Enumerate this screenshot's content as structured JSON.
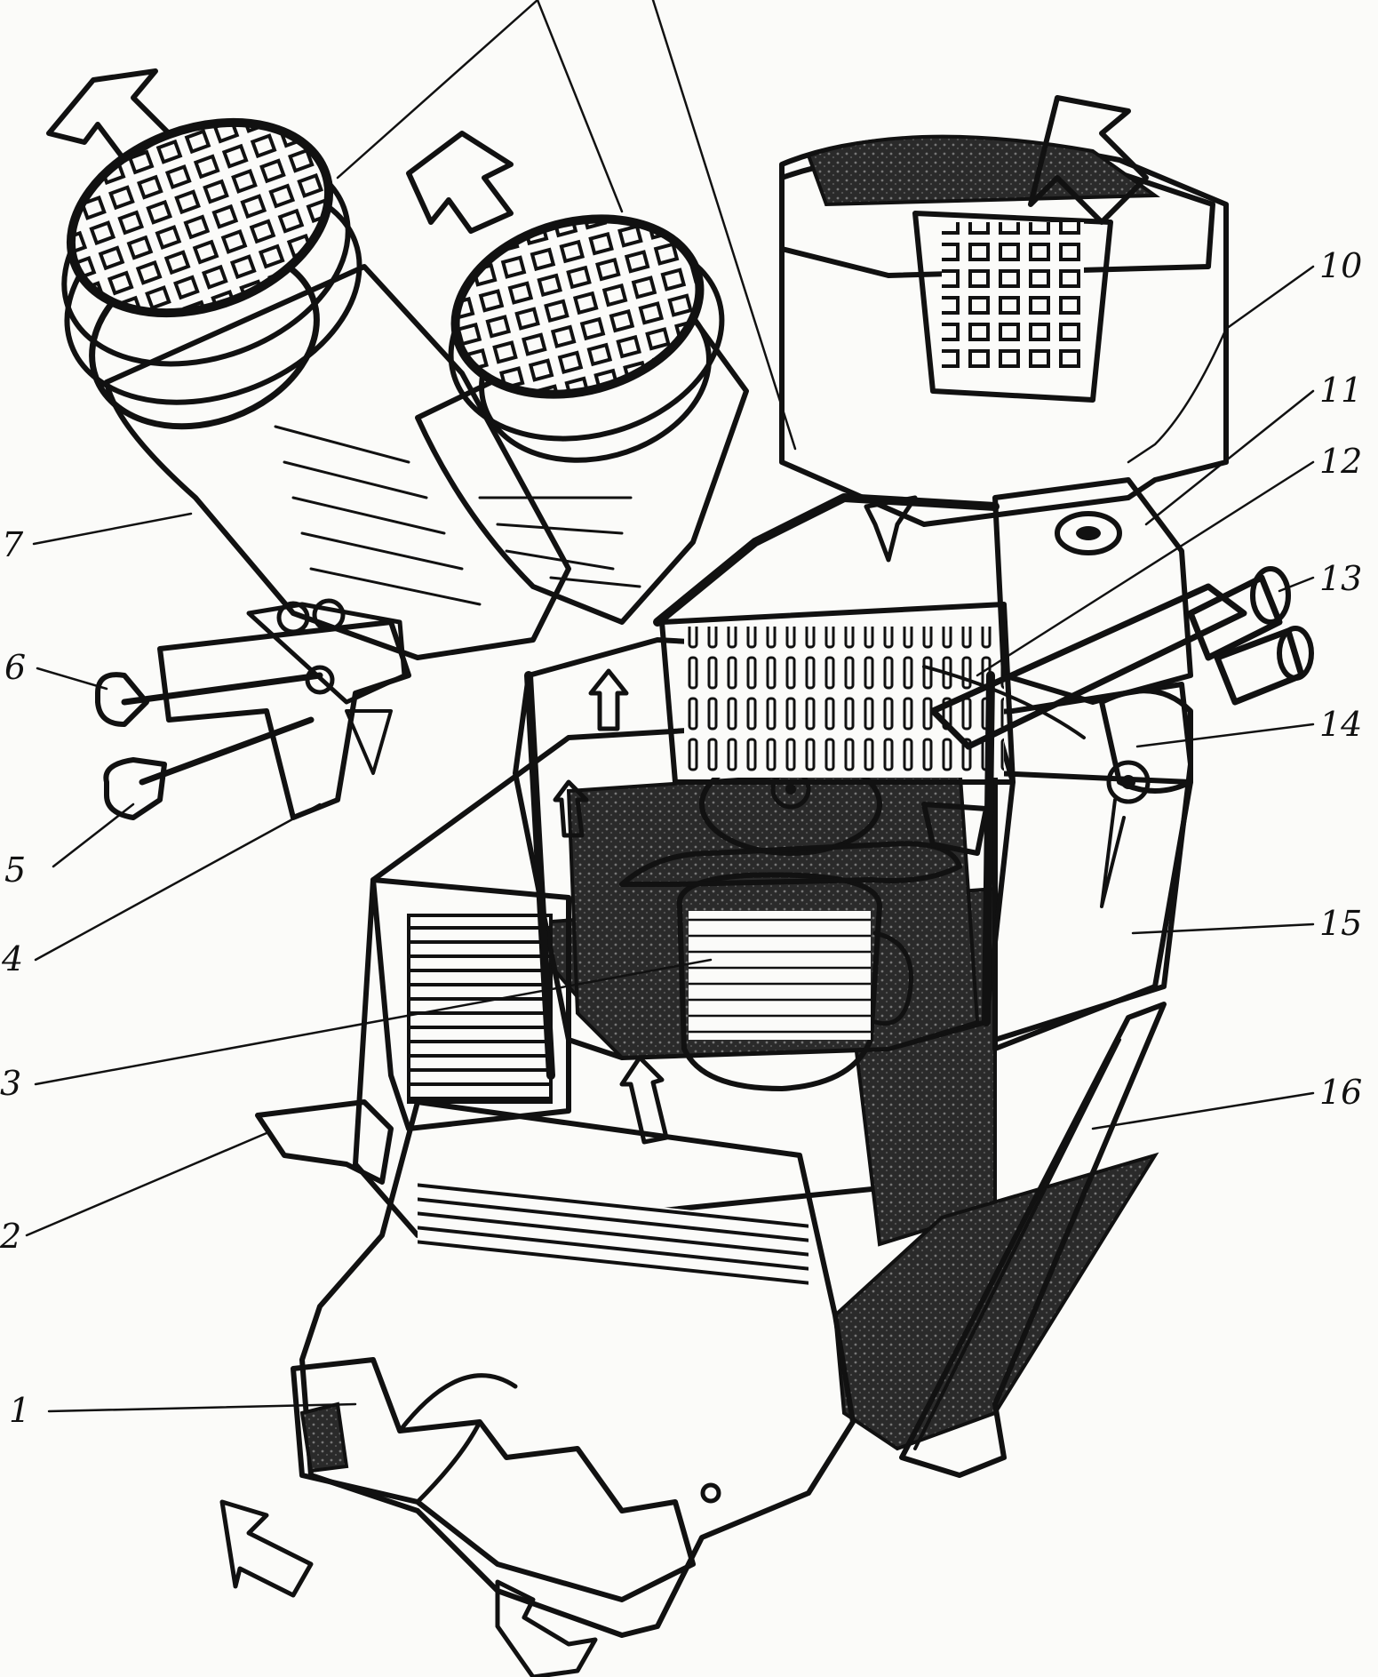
{
  "diagram": {
    "callouts": [
      {
        "id": "1",
        "label": "1"
      },
      {
        "id": "2",
        "label": "2"
      },
      {
        "id": "3",
        "label": "3"
      },
      {
        "id": "4",
        "label": "4"
      },
      {
        "id": "5",
        "label": "5"
      },
      {
        "id": "6",
        "label": "6"
      },
      {
        "id": "7",
        "label": "7"
      },
      {
        "id": "10",
        "label": "10"
      },
      {
        "id": "11",
        "label": "11"
      },
      {
        "id": "12",
        "label": "12"
      },
      {
        "id": "13",
        "label": "13"
      },
      {
        "id": "14",
        "label": "14"
      },
      {
        "id": "15",
        "label": "15"
      },
      {
        "id": "16",
        "label": "16"
      }
    ],
    "ink_color": "#111111",
    "paper_color": "#fbfbf9"
  }
}
